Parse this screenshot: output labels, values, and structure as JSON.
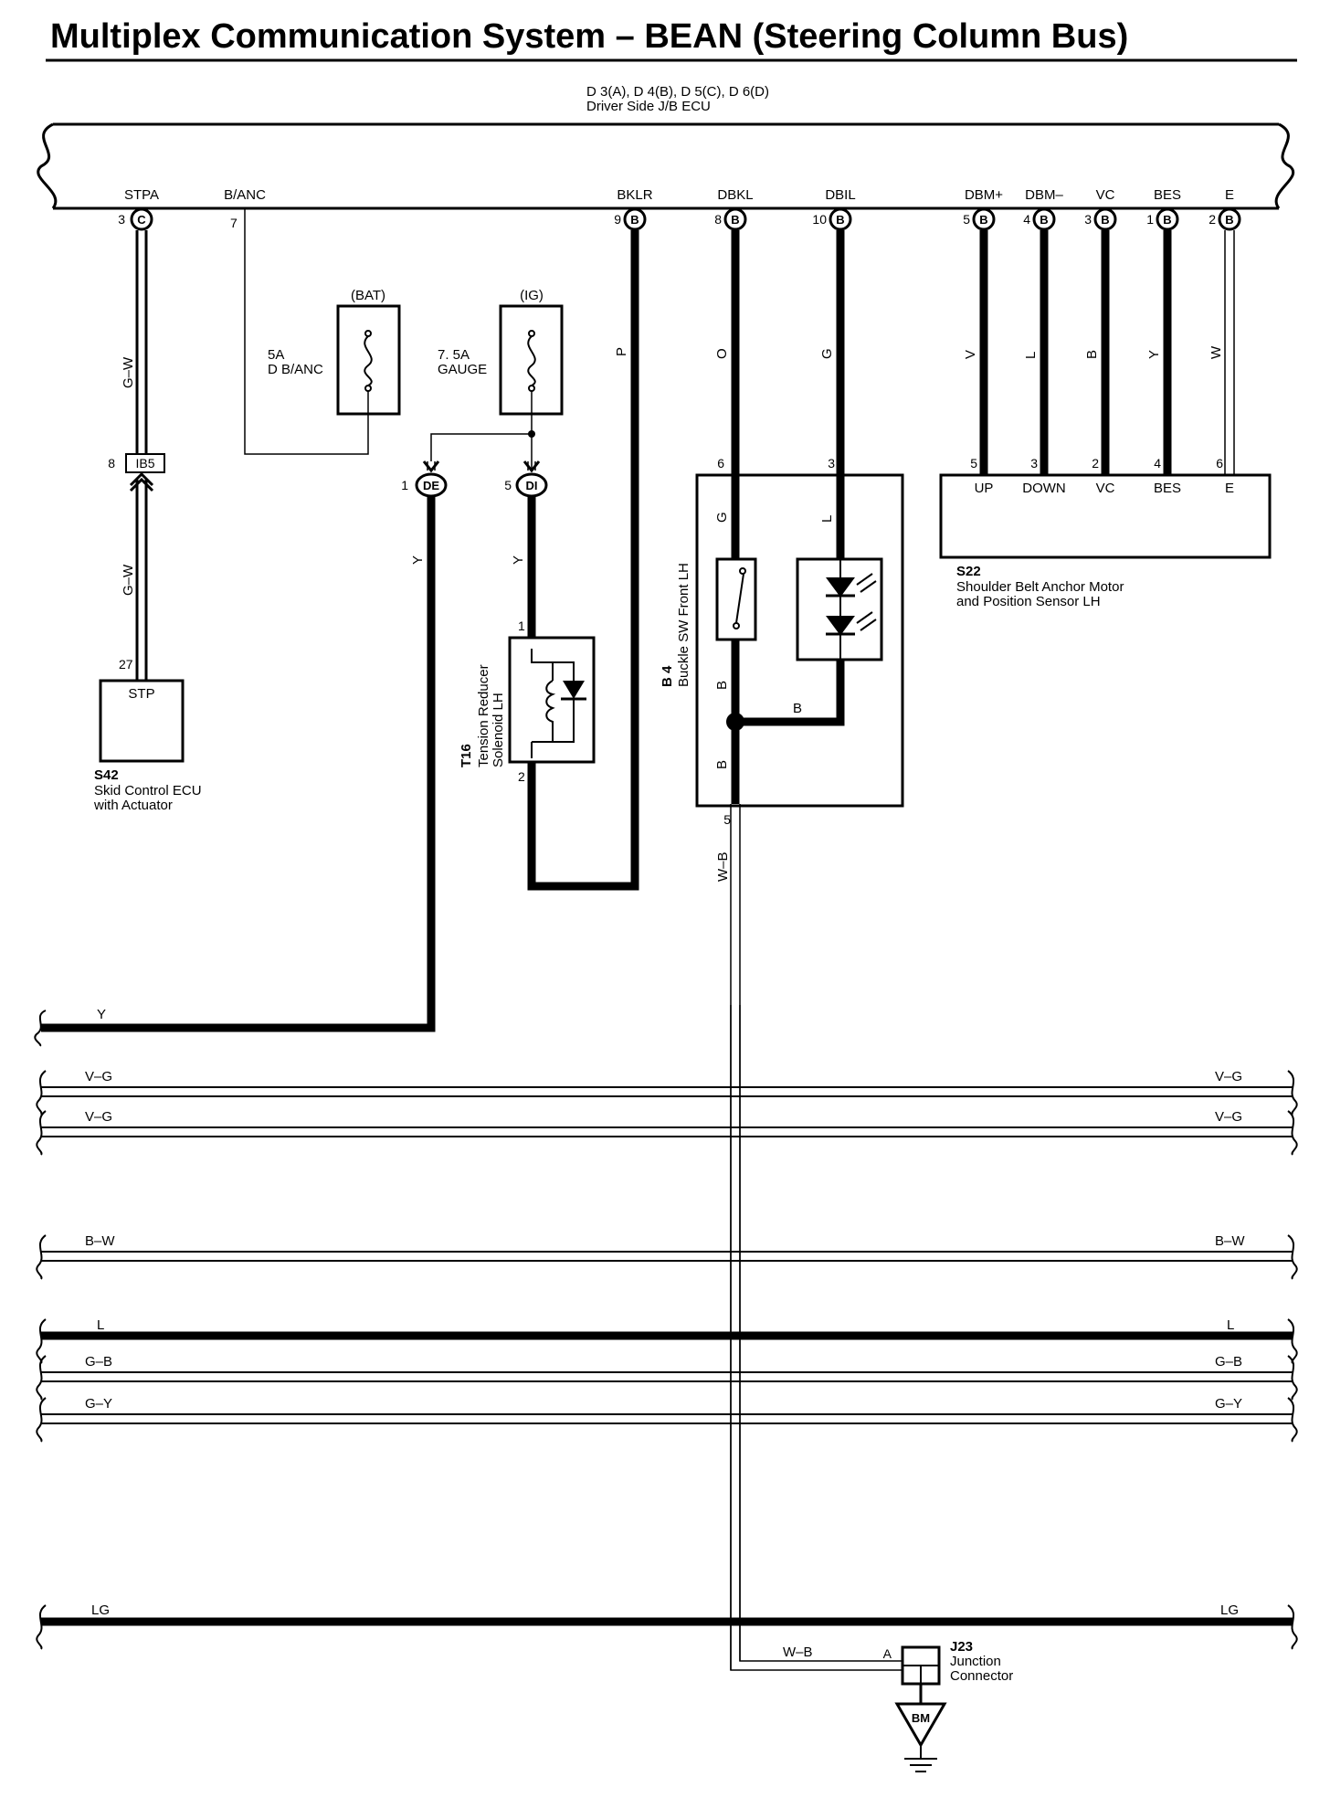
{
  "title": "Multiplex Communication System – BEAN (Steering Column Bus)",
  "ecu": {
    "connectors": "D 3(A), D 4(B), D 5(C), D 6(D)",
    "name": "Driver Side J/B ECU",
    "terminals": [
      {
        "name": "STPA",
        "pin": "3",
        "conn": "C"
      },
      {
        "name": "B/ANC",
        "pin": "7"
      },
      {
        "name": "BKLR",
        "pin": "9",
        "conn": "B"
      },
      {
        "name": "DBKL",
        "pin": "8",
        "conn": "B"
      },
      {
        "name": "DBIL",
        "pin": "10",
        "conn": "B"
      },
      {
        "name": "DBM+",
        "pin": "5",
        "conn": "B"
      },
      {
        "name": "DBM–",
        "pin": "4",
        "conn": "B"
      },
      {
        "name": "VC",
        "pin": "3",
        "conn": "B"
      },
      {
        "name": "BES",
        "pin": "1",
        "conn": "B"
      },
      {
        "name": "E",
        "pin": "2",
        "conn": "B"
      }
    ]
  },
  "wires": {
    "stpa": "G–W",
    "stpa_lower": "G–W",
    "bklr": "P",
    "dbkl": "O",
    "dbil": "G",
    "dbm_plus": "V",
    "dbm_minus": "L",
    "vc": "B",
    "bes": "Y",
    "e": "W",
    "de": "Y",
    "di": "Y",
    "b4_top": "G",
    "b4_mid": "B",
    "b4_bottom": "B",
    "b4_led": "L",
    "b4_junction": "B",
    "ground": "W–B",
    "ground_horizontal": "W–B"
  },
  "fuses": {
    "bat_label": "(BAT)",
    "bat_rating": "5A",
    "bat_name": "D B/ANC",
    "ig_label": "(IG)",
    "ig_rating": "7. 5A",
    "ig_name": "GAUGE"
  },
  "connectors": {
    "ib5": "IB5",
    "ib5_pin": "8",
    "de": "DE",
    "de_pin": "1",
    "di": "DI",
    "di_pin": "5",
    "stp_pin": "27"
  },
  "components": {
    "s42": {
      "code": "S42",
      "line1": "Skid Control ECU",
      "line2": "with Actuator",
      "terminal": "STP"
    },
    "t16": {
      "code": "T16",
      "line1": "Tension Reducer",
      "line2": "Solenoid LH",
      "pin_top": "1",
      "pin_bottom": "2"
    },
    "b4": {
      "code": "B 4",
      "name": "Buckle SW Front LH",
      "pin_switch": "6",
      "pin_led": "3",
      "pin_ground": "5"
    },
    "s22": {
      "code": "S22",
      "line1": "Shoulder Belt Anchor Motor",
      "line2": "and Position Sensor LH",
      "terminals": [
        "UP",
        "DOWN",
        "VC",
        "BES",
        "E"
      ],
      "pins": [
        "5",
        "3",
        "2",
        "4",
        "6"
      ]
    },
    "j23": {
      "code": "J23",
      "line1": "Junction",
      "line2": "Connector",
      "pin": "A",
      "ground": "BM"
    }
  },
  "bus_lines": [
    {
      "left": "Y",
      "right": ""
    },
    {
      "left": "V–G",
      "right": "V–G"
    },
    {
      "left": "V–G",
      "right": "V–G"
    },
    {
      "left": "B–W",
      "right": "B–W"
    },
    {
      "left": "L",
      "right": "L"
    },
    {
      "left": "G–B",
      "right": "G–B"
    },
    {
      "left": "G–Y",
      "right": "G–Y"
    },
    {
      "left": "LG",
      "right": "LG"
    }
  ]
}
